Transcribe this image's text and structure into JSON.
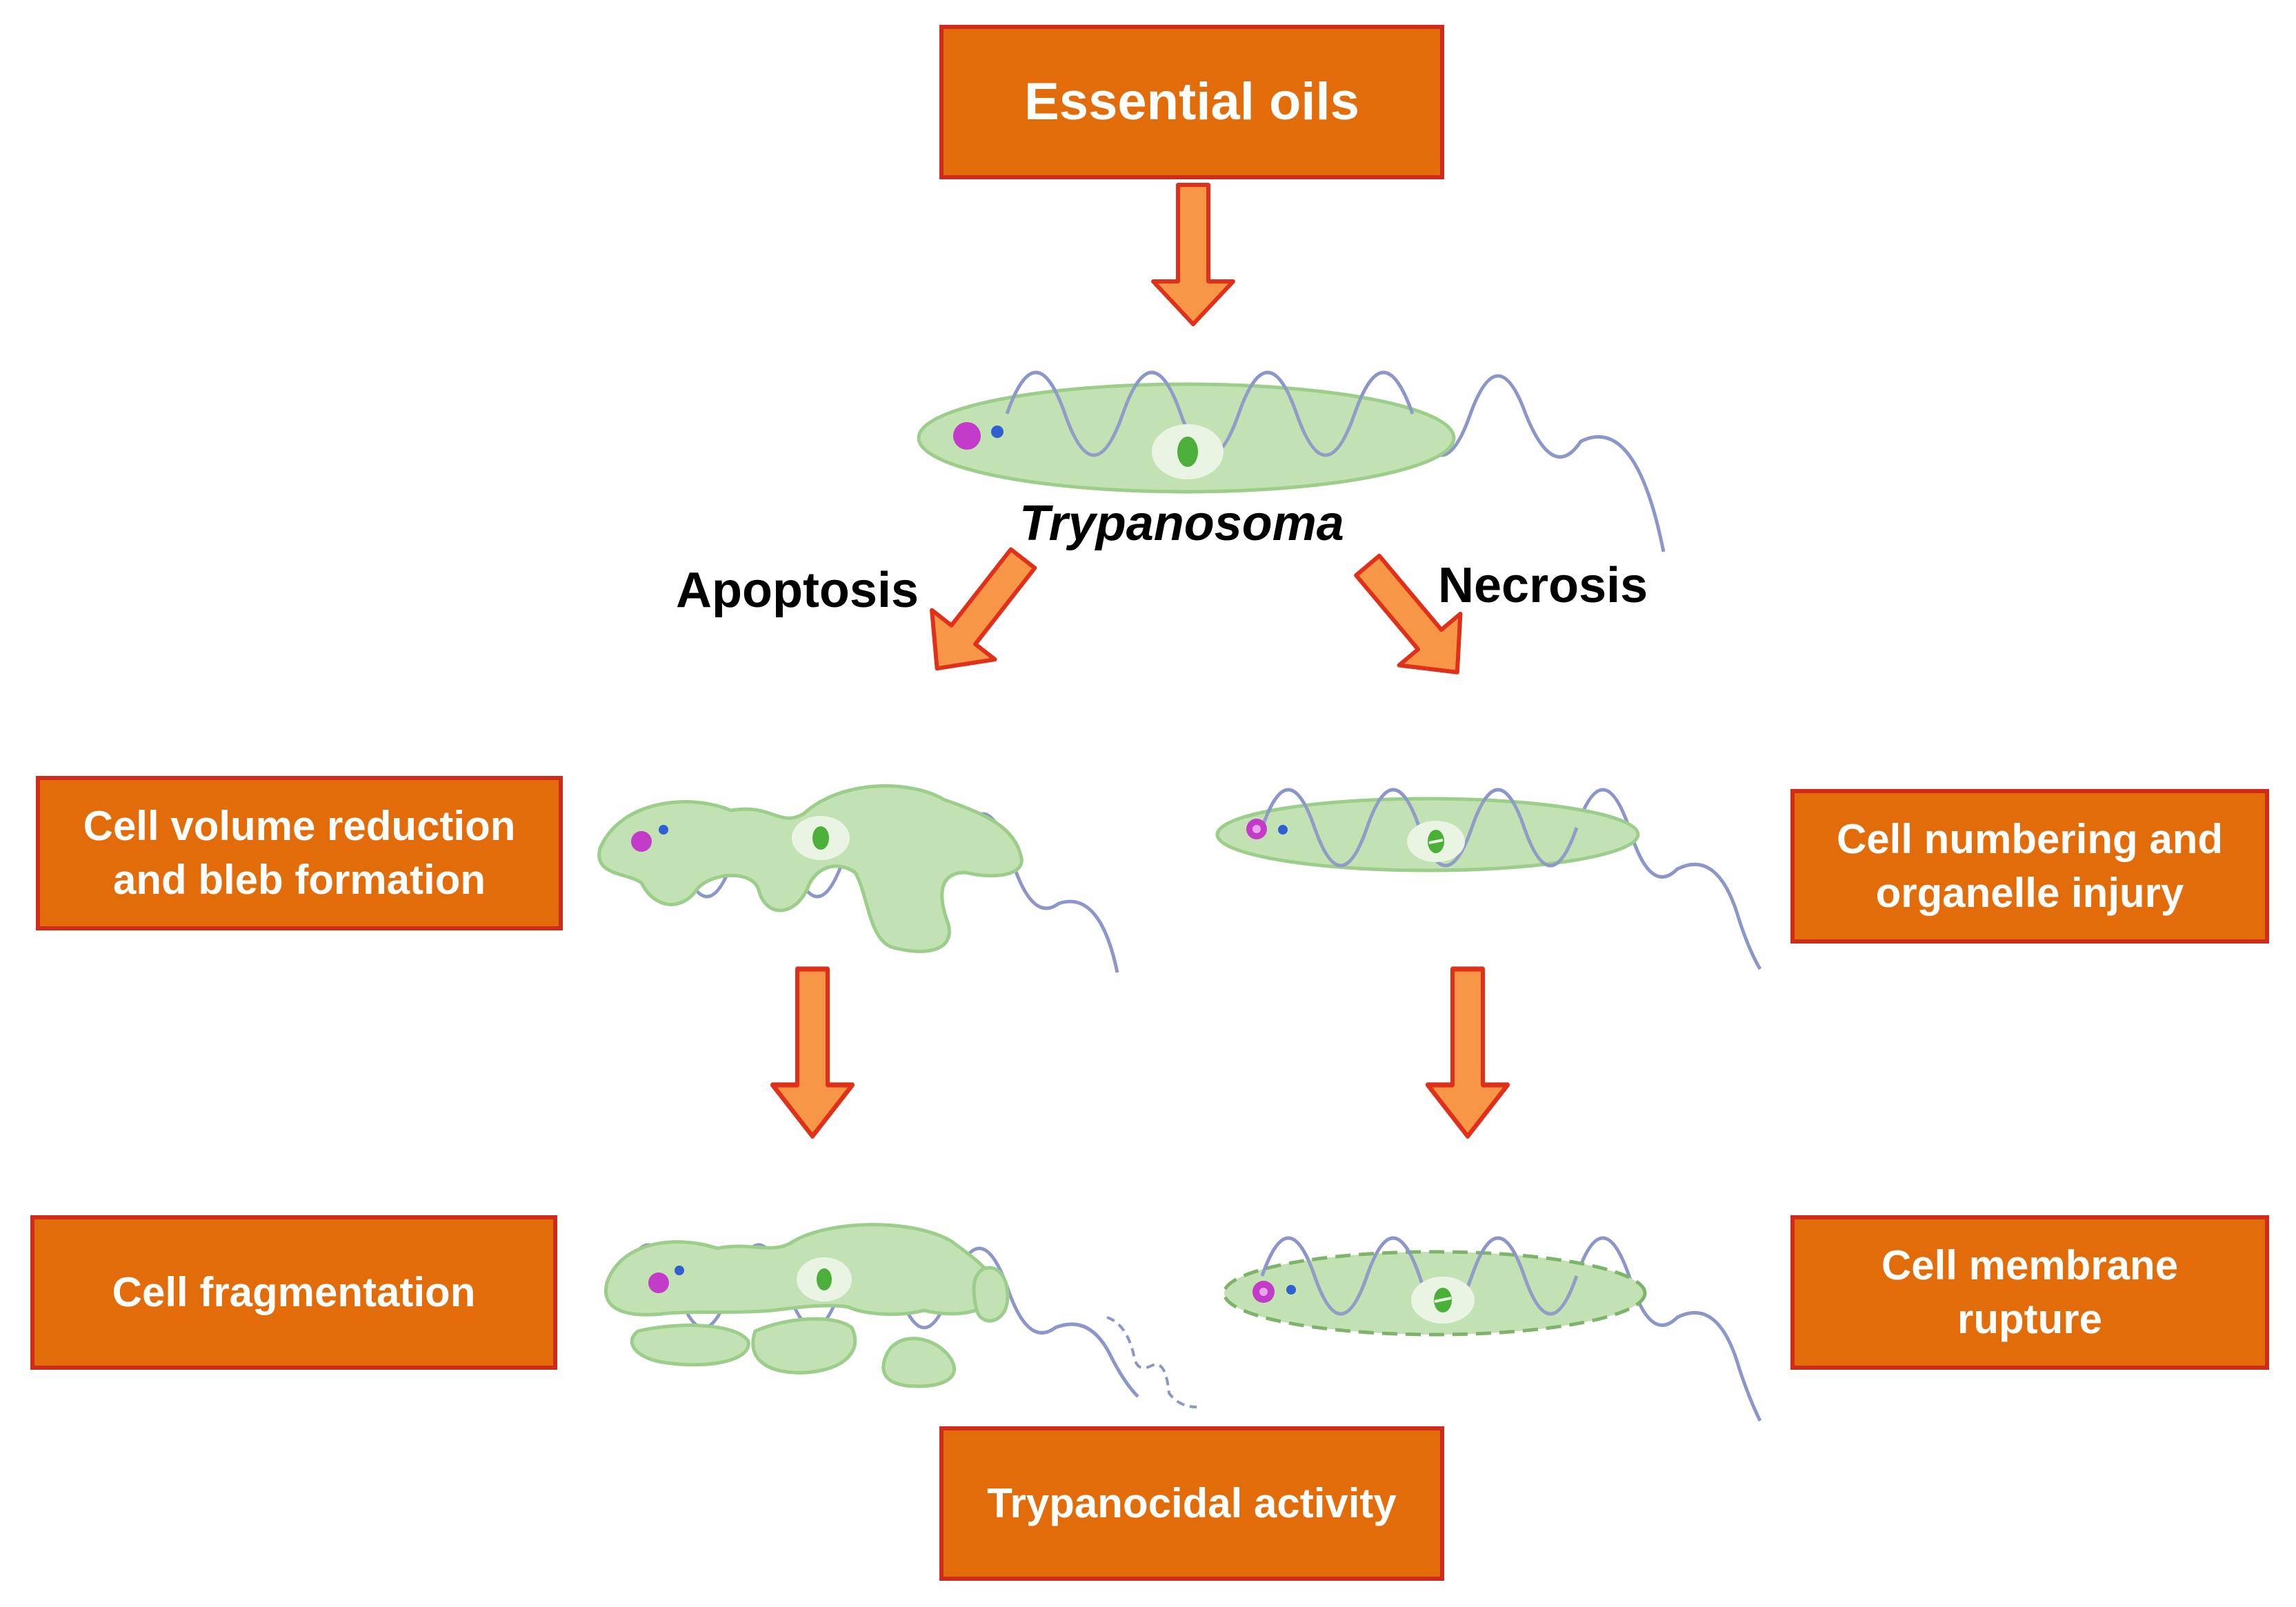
{
  "colors": {
    "box_fill": "#e36c0a",
    "box_border": "#d02b1a",
    "arrow_fill": "#f79646",
    "arrow_border": "#e0301a",
    "cell_fill": "#c3e2b3",
    "cell_stroke": "#9ccd8a",
    "flagellum": "#8c96c8",
    "nucleus": "#4caf3a",
    "kinetoplast": "#c33bc9",
    "basal_body": "#2f5fd0"
  },
  "boxes": {
    "top": "Essential oils",
    "apoptosis_step1": [
      "Cell volume reduction",
      "and bleb formation"
    ],
    "apoptosis_step2": "Cell fragmentation",
    "necrosis_step1": [
      "Cell numbering and",
      "organelle injury"
    ],
    "necrosis_step2": [
      "Cell membrane",
      "rupture"
    ],
    "bottom": "Trypanocidal activity"
  },
  "labels": {
    "organism": "Trypanosoma",
    "left_path": "Apoptosis",
    "right_path": "Necrosis"
  }
}
